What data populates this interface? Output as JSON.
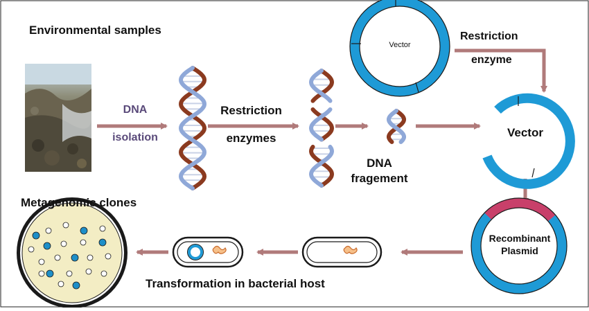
{
  "title": "Environmental samples",
  "steps": {
    "dna_isolation": [
      "DNA",
      "isolation"
    ],
    "restriction_enzymes": [
      "Restriction",
      "enzymes"
    ],
    "dna_fragment": [
      "DNA",
      "fragement"
    ],
    "restriction_enzyme_vector": [
      "Restriction",
      "enzyme"
    ],
    "vector_label": "Vector",
    "cut_vector_label": "Vector",
    "recombinant_plasmid": [
      "Recombinant",
      "Plasmid"
    ],
    "metagenomic_clones": "Metagenomic clones",
    "transformation": "Transformation in bacterial host"
  },
  "colors": {
    "arrow": "#b07a7a",
    "vector_blue": "#1e9ad6",
    "insert_pink": "#c8406a",
    "dish_fill": "#f3edc4",
    "colony_blue": "#1e8fc8",
    "dna_brown": "#8b3a1f",
    "dna_blue": "#8fa8d8"
  }
}
